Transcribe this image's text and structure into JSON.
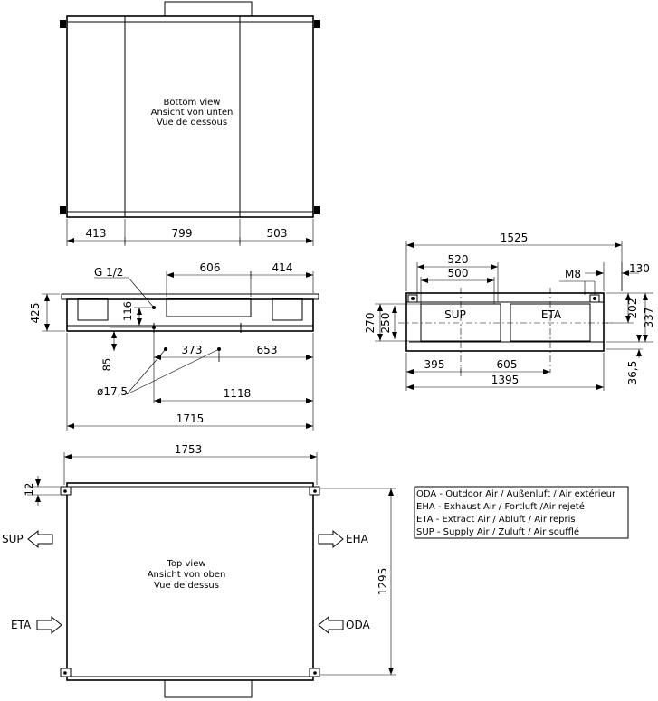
{
  "views": {
    "bottom": {
      "line1": "Bottom view",
      "line2": "Ansicht von unten",
      "line3": "Vue de dessous"
    },
    "top": {
      "line1": "Top view",
      "line2": "Ansicht von oben",
      "line3": "Vue de dessus"
    }
  },
  "dims": {
    "bottom_413": "413",
    "bottom_799": "799",
    "bottom_503": "503",
    "front_g12": "G 1/2",
    "front_606": "606",
    "front_414": "414",
    "front_425": "425",
    "front_116": "116",
    "front_85": "85",
    "front_373": "373",
    "front_653": "653",
    "front_dia": "ø17,5",
    "front_1118": "1118",
    "front_1715": "1715",
    "side_1525": "1525",
    "side_520": "520",
    "side_500": "500",
    "side_m8": "M8",
    "side_130": "130",
    "side_270": "270",
    "side_250": "250",
    "side_202": "202",
    "side_337": "337",
    "side_395": "395",
    "side_605": "605",
    "side_1395": "1395",
    "side_365": "36,5",
    "top_1753": "1753",
    "top_12": "12",
    "top_1295": "1295"
  },
  "ports": {
    "sup": "SUP",
    "eta": "ETA",
    "eha": "EHA",
    "oda": "ODA",
    "side_sup": "SUP",
    "side_eta": "ETA"
  },
  "legend": [
    "ODA - Outdoor Air / Außenluft / Air extérieur",
    "EHA - Exhaust Air / Fortluft /Air rejeté",
    "ETA - Extract Air / Abluft / Air repris",
    "SUP - Supply Air / Zuluft / Air soufflé"
  ]
}
